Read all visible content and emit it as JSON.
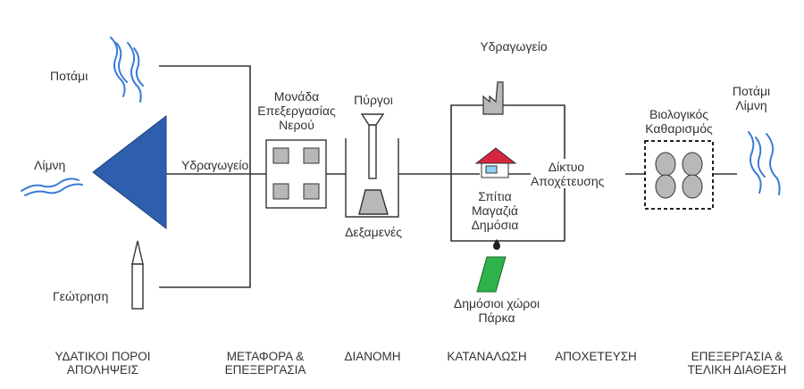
{
  "sources": {
    "river": "Ποτάμι",
    "lake": "Λίμνη",
    "borehole": "Γεώτρηση"
  },
  "transport": {
    "aqueduct": "Υδραγωγείο"
  },
  "treatment_unit": {
    "line1": "Μονάδα",
    "line2": "Επεξεργασίας",
    "line3": "Νερού"
  },
  "distribution": {
    "towers": "Πύργοι",
    "reservoirs": "Δεξαμενές"
  },
  "consumption": {
    "industry": "Υδραγωγείο",
    "buildings_line1": "Σπίτια",
    "buildings_line2": "Μαγαζιά",
    "buildings_line3": "Δημόσια",
    "parks_line1": "Δημόσιοι χώροι",
    "parks_line2": "Πάρκα"
  },
  "sewer": {
    "line1": "Δίκτυο",
    "line2": "Αποχέτευσης"
  },
  "bio_treatment": {
    "line1": "Βιολογικός",
    "line2": "Καθαρισμός"
  },
  "outflow": {
    "line1": "Ποτάμι",
    "line2": "Λίμνη"
  },
  "stages": {
    "s1_line1": "ΥΔΑΤΙΚΟΙ ΠΟΡΟΙ",
    "s1_line2": "ΑΠΟΛΗΨΕΙΣ",
    "s2_line1": "ΜΕΤΑΦΟΡΑ &",
    "s2_line2": "ΕΠΕΞΕΡΓΑΣΙΑ",
    "s3": "ΔΙΑΝΟΜΗ",
    "s4": "ΚΑΤΑΝΑΛΩΣΗ",
    "s5": "ΑΠΟΧΕΤΕΥΣΗ",
    "s6_line1": "ΕΠΕΞΕΡΓΑΣΙΑ &",
    "s6_line2": "ΤΕΛΙΚΗ ΔΙΑΘΕΣΗ"
  },
  "colors": {
    "line": "#333333",
    "water_blue": "#2e5fae",
    "wave_blue": "#3a7bd5",
    "gray_fill": "#b8b8b8",
    "roof_red": "#d7263d",
    "window_blue": "#8fd3f4",
    "park_green": "#2db34a"
  }
}
